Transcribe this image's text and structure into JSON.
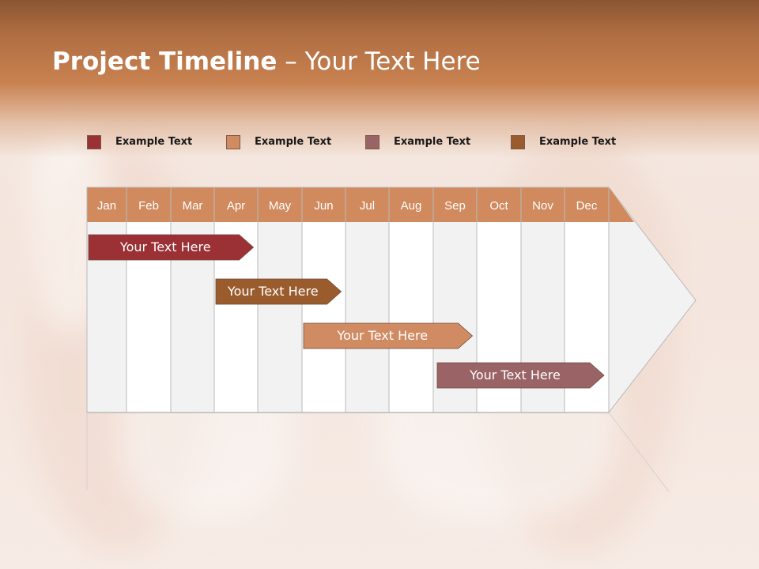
{
  "slide": {
    "title_main": "Project Timeline",
    "title_rest": " – Your Text Here"
  },
  "legend": [
    {
      "label": "Example Text",
      "color": "#9b3035"
    },
    {
      "label": "Example Text",
      "color": "#d08b62"
    },
    {
      "label": "Example Text",
      "color": "#9a6366"
    },
    {
      "label": "Example Text",
      "color": "#9a5c2d"
    }
  ],
  "colors": {
    "header_top": "#8a5532",
    "header_mid": "#c88150",
    "month_header": "#d08a5e",
    "column_light": "#f2f2f2",
    "column_white": "#ffffff",
    "grid_line": "#b9b9b9"
  },
  "chart_data": {
    "type": "gantt",
    "categories": [
      "Jan",
      "Feb",
      "Mar",
      "Apr",
      "May",
      "Jun",
      "Jul",
      "Aug",
      "Sep",
      "Oct",
      "Nov",
      "Dec"
    ],
    "tasks": [
      {
        "label": "Your  Text Here",
        "start": "Jan",
        "end": "Apr",
        "color": "#9b3035"
      },
      {
        "label": "Your  Text Here",
        "start": "Apr",
        "end": "Jun",
        "color": "#9a5c2d"
      },
      {
        "label": "Your  Text Here",
        "start": "Jun",
        "end": "Sep",
        "color": "#d08b62"
      },
      {
        "label": "Your  Text Here",
        "start": "Sep",
        "end": "Dec",
        "color": "#9a6366"
      }
    ]
  }
}
